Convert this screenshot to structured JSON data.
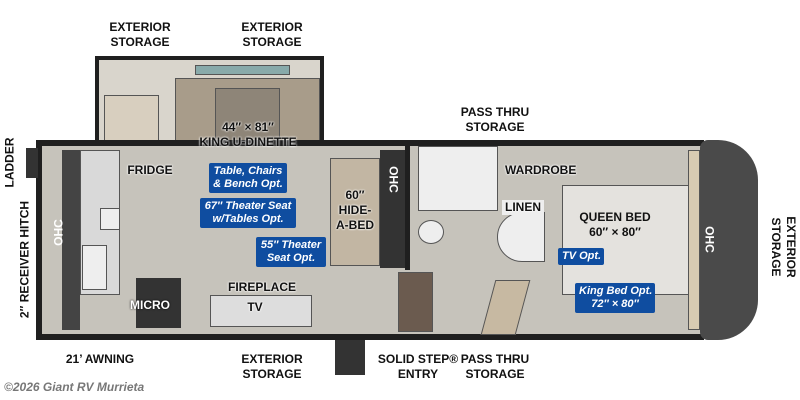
{
  "exterior_labels": {
    "top_left_storage": [
      "EXTERIOR",
      "STORAGE"
    ],
    "top_mid_storage": [
      "EXTERIOR",
      "STORAGE"
    ],
    "pass_thru_top": [
      "PASS THRU",
      "STORAGE"
    ],
    "ladder": "LADDER",
    "receiver_hitch": "2″ RECEIVER HITCH",
    "front_storage": [
      "EXTERIOR",
      "STORAGE"
    ],
    "awning": "21’ AWNING",
    "bottom_storage": [
      "EXTERIOR",
      "STORAGE"
    ],
    "entry": [
      "SOLID STEP®",
      "ENTRY"
    ],
    "pass_thru_bottom": [
      "PASS THRU",
      "STORAGE"
    ]
  },
  "rooms": {
    "dinette": [
      "44″ × 81″",
      "KING U-DINETTE"
    ],
    "fridge": "FRIDGE",
    "ohc_rear": "OHC",
    "ohc_mid": "OHC",
    "ohc_front": "OHC",
    "hide_a_bed": [
      "60″",
      "HIDE-",
      "A-BED"
    ],
    "fireplace": "FIREPLACE",
    "tv": "TV",
    "micro": "MICRO",
    "wardrobe": "WARDROBE",
    "linen": "LINEN",
    "queen_bed": [
      "QUEEN BED",
      "60″ × 80″"
    ]
  },
  "options": {
    "table_chairs": [
      "Table, Chairs",
      "& Bench Opt."
    ],
    "theater_67": [
      "67″ Theater Seat",
      "w/Tables Opt."
    ],
    "theater_55": [
      "55″ Theater",
      "Seat Opt."
    ],
    "tv_opt": "TV Opt.",
    "king_bed": [
      "King Bed Opt.",
      "72″ × 80″"
    ]
  },
  "watermark": "©2026 Giant RV Murrieta",
  "colors": {
    "option_badge": "#0f4da0",
    "floor": "#c6c3bb",
    "front_cap": "#4a4a4a"
  }
}
